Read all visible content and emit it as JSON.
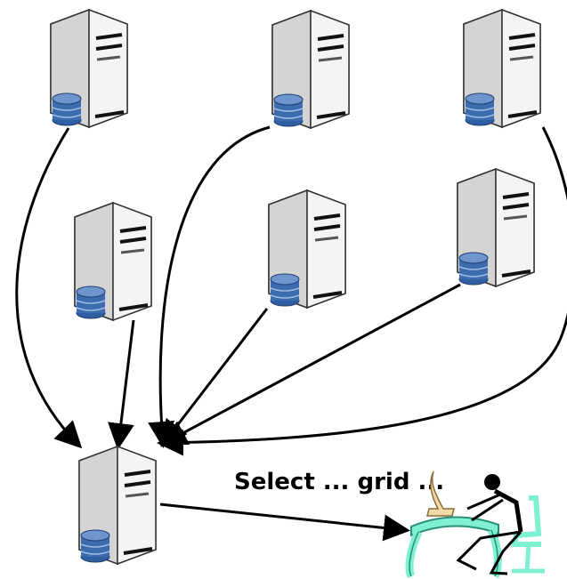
{
  "diagram": {
    "query_label": "Select ... grid ...",
    "colors": {
      "server_body": "#f2f2f2",
      "server_side": "#d9d9d9",
      "server_outline": "#333333",
      "database": "#3c6bb0",
      "database_light": "#6f95cf",
      "desk": "#7ff0d2",
      "person": "#000000",
      "lamp": "#f2d9a6"
    },
    "servers": [
      {
        "id": "server-1"
      },
      {
        "id": "server-2"
      },
      {
        "id": "server-3"
      },
      {
        "id": "server-4"
      },
      {
        "id": "server-5"
      },
      {
        "id": "server-6"
      },
      {
        "id": "server-aggregator"
      }
    ]
  }
}
